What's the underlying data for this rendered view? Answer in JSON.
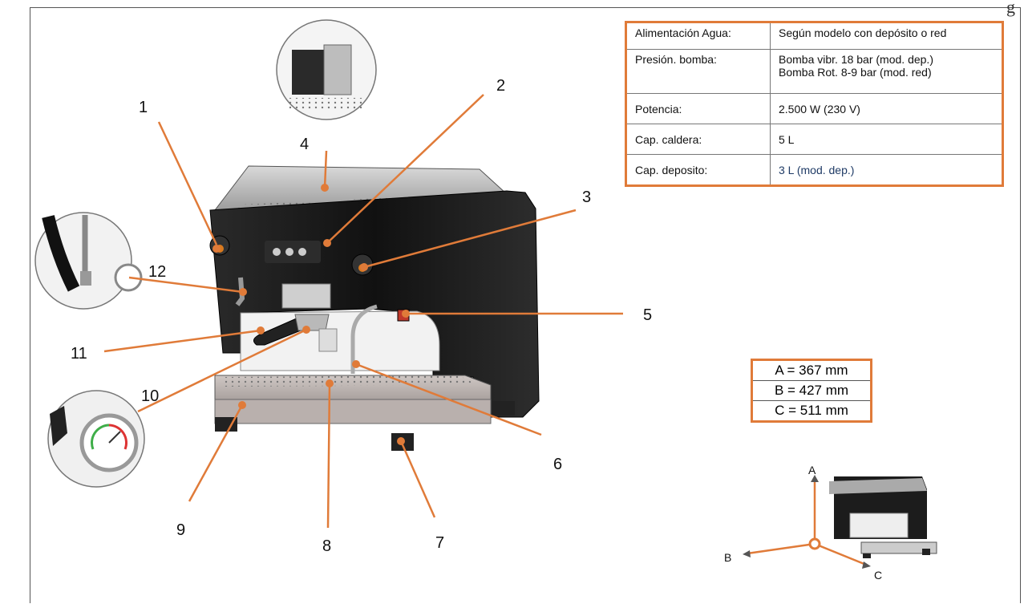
{
  "page": {
    "corner_text": "g"
  },
  "callouts": [
    "1",
    "2",
    "3",
    "4",
    "5",
    "6",
    "7",
    "8",
    "9",
    "10",
    "11",
    "12"
  ],
  "specs": {
    "rows": [
      {
        "key": "Alimentación Agua:",
        "value": [
          "Según modelo con depósito o red"
        ]
      },
      {
        "key": "Presión. bomba:",
        "value": [
          "Bomba vibr. 18 bar (mod. dep.)",
          "Bomba Rot.  8-9 bar (mod. red)"
        ]
      },
      {
        "key": "Potencia:",
        "value": [
          "2.500 W (230 V)"
        ]
      },
      {
        "key": "Cap. caldera:",
        "value": [
          "5 L"
        ]
      },
      {
        "key": "Cap. deposito:",
        "value": [
          "3 L (mod. dep.)"
        ]
      }
    ]
  },
  "dimensions": [
    "A = 367 mm",
    "B = 427 mm",
    "C = 511 mm"
  ],
  "axes": {
    "a": "A",
    "b": "B",
    "c": "C"
  },
  "colors": {
    "accent": "#e07b39",
    "machine_body": "#1c1c1c",
    "steel": "#b9b9b9"
  }
}
